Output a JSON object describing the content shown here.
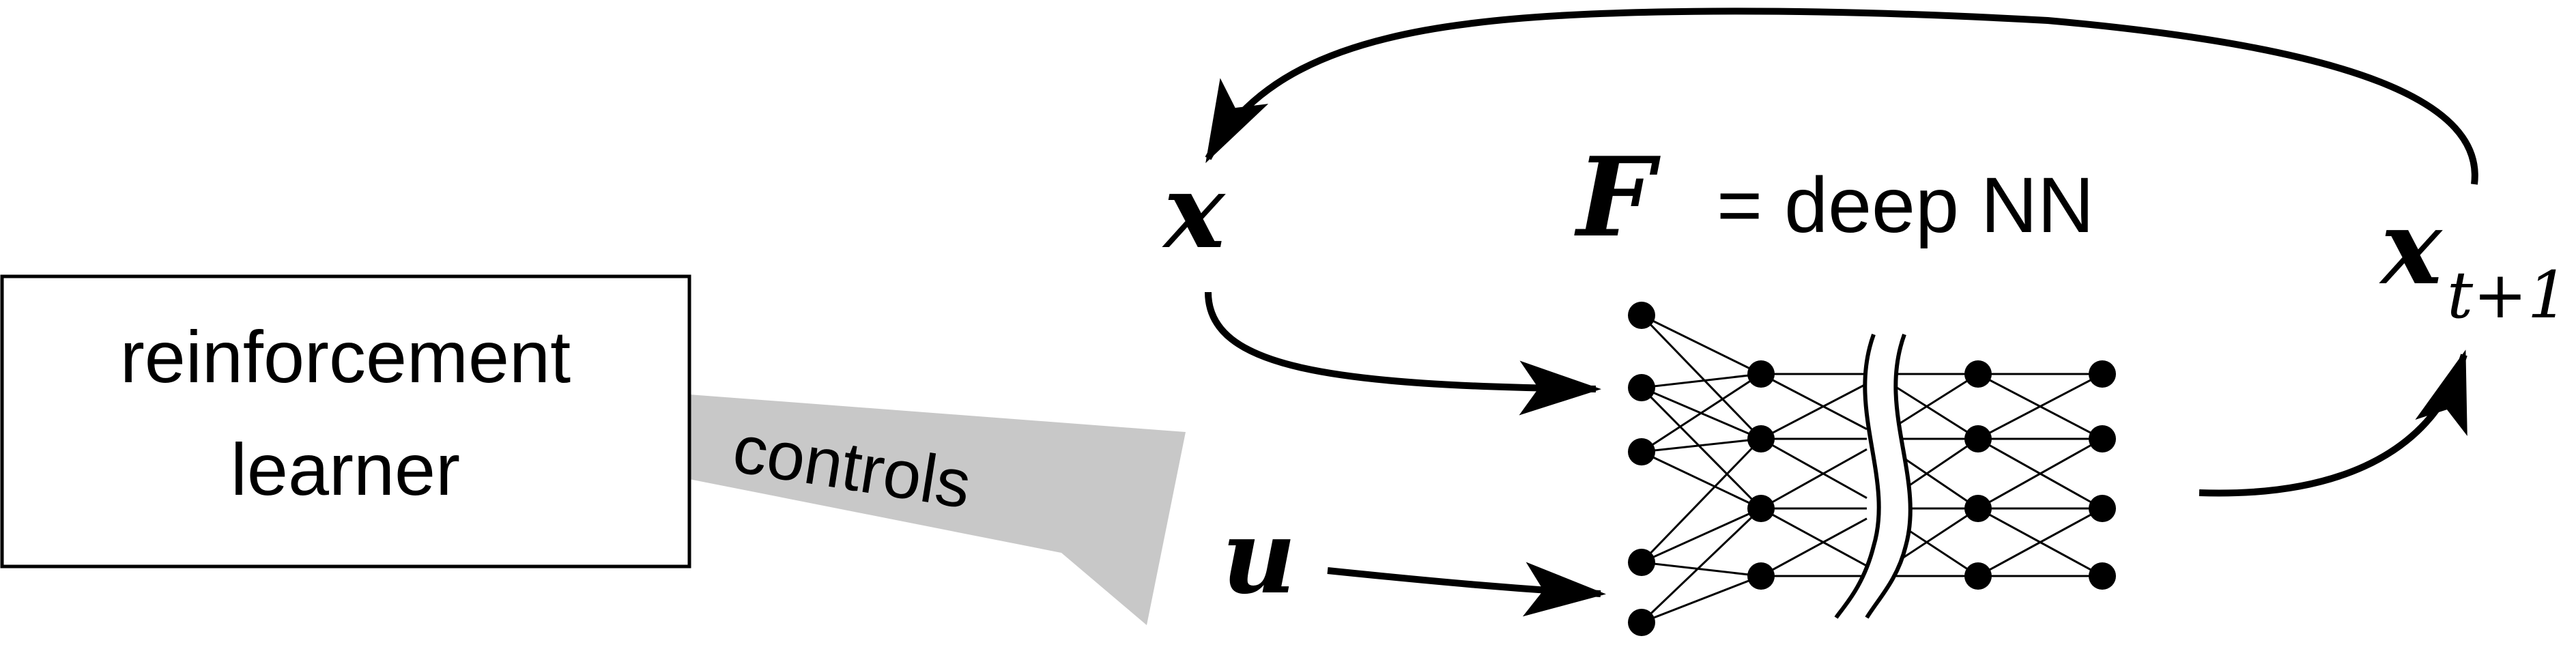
{
  "learner_box": {
    "line1": "reinforcement",
    "line2": "learner"
  },
  "controls_label": "controls",
  "var_x": "x",
  "var_u": "u",
  "model": {
    "symbol": "F",
    "text": "= deep NN"
  },
  "next_state": {
    "base": "x",
    "subscript": "t+1"
  },
  "network": {
    "layer_node_counts": [
      5,
      4,
      4,
      4
    ],
    "input_groups": [
      "x",
      "u"
    ]
  },
  "colors": {
    "ink": "#000000",
    "band": "#c8c8c8",
    "background": "#ffffff"
  }
}
